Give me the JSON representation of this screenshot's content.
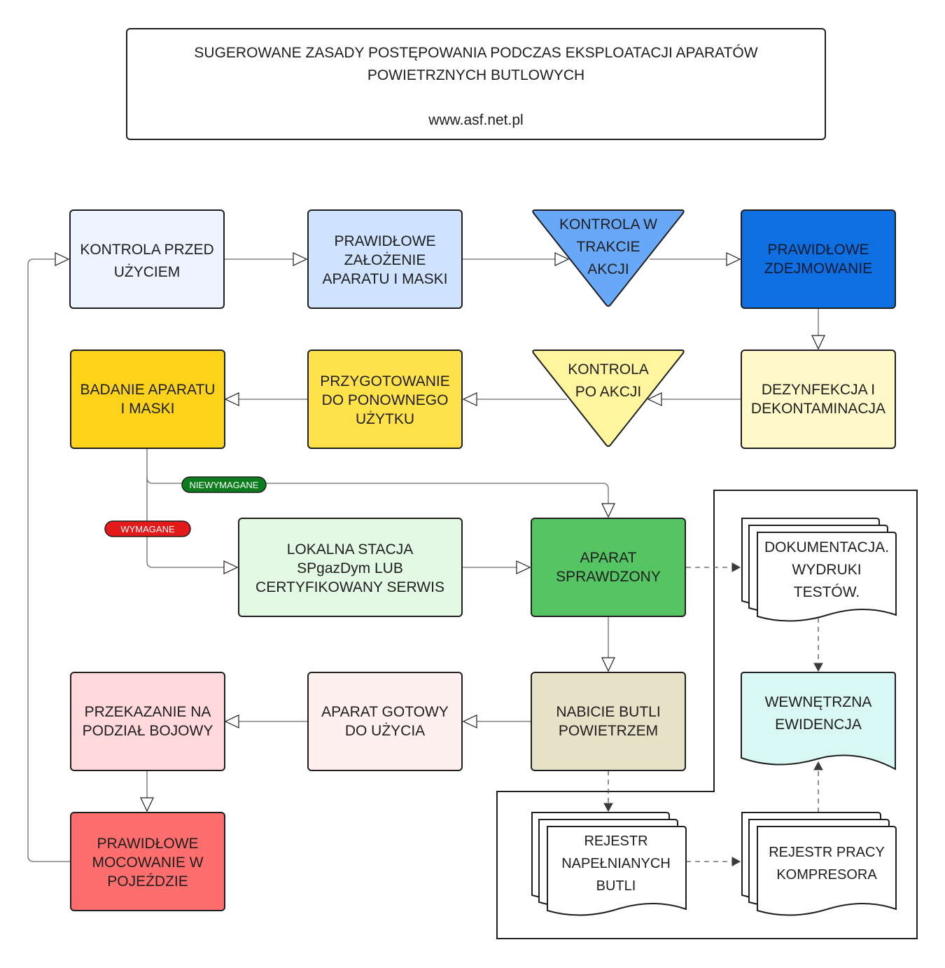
{
  "header": {
    "title_line1": "SUGEROWANE ZASADY POSTĘPOWANIA PODCZAS EKSPLOATACJI APARATÓW",
    "title_line2": "POWIETRZNYCH BUTLOWYCH",
    "url": "www.asf.net.pl"
  },
  "nodes": {
    "kontrola_przed": [
      "KONTROLA PRZED",
      "UŻYCIEM"
    ],
    "zalozenie": [
      "PRAWIDŁOWE",
      "ZAŁOŻENIE",
      "APARATU I MASKI"
    ],
    "kontrola_w_trakcie": [
      "KONTROLA W",
      "TRAKCIE",
      "AKCJI"
    ],
    "zdejmowanie": [
      "PRAWIDŁOWE",
      "ZDEJMOWANIE"
    ],
    "dezynfekcja": [
      "DEZYNFEKCJA I",
      "DEKONTAMINACJA"
    ],
    "kontrola_po": [
      "KONTROLA",
      "PO AKCJI"
    ],
    "przygotowanie": [
      "PRZYGOTOWANIE",
      "DO PONOWNEGO",
      "UŻYTKU"
    ],
    "badanie": [
      "BADANIE APARATU",
      "I MASKI"
    ],
    "stacja": [
      "LOKALNA STACJA",
      "SPgazDym LUB",
      "CERTYFIKOWANY SERWIS"
    ],
    "sprawdzony": [
      "APARAT",
      "SPRAWDZONY"
    ],
    "dokumentacja": [
      "DOKUMENTACJA.",
      "WYDRUKI",
      "TESTÓW."
    ],
    "ewidencja": [
      "WEWNĘTRZNA",
      "EWIDENCJA"
    ],
    "nabicie": [
      "NABICIE BUTLI",
      "POWIETRZEM"
    ],
    "gotowy": [
      "APARAT GOTOWY",
      "DO UŻYCIA"
    ],
    "przekazanie": [
      "PRZEKAZANIE NA",
      "PODZIAŁ BOJOWY"
    ],
    "mocowanie": [
      "PRAWIDŁOWE",
      "MOCOWANIE W",
      "POJEŹDZIE"
    ],
    "rejestr_butli": [
      "REJESTR",
      "NAPEŁNIANYCH",
      "BUTLI"
    ],
    "rejestr_kompresora": [
      "REJESTR PRACY",
      "KOMPRESORA"
    ]
  },
  "badges": {
    "niewymagane": "NIEWYMAGANE",
    "wymagane": "WYMAGANE"
  },
  "colors": {
    "kontrola_przed": "#edf4ff",
    "zalozenie": "#cfe3ff",
    "kontrola_w_trakcie": "#68a8f8",
    "zdejmowanie": "#0f6fe0",
    "dezynfekcja": "#fff8c8",
    "kontrola_po": "#fff59f",
    "przygotowanie": "#ffe24a",
    "badanie": "#fcd21a",
    "stacja": "#e3f9e4",
    "sprawdzony": "#55c463",
    "ewidencja": "#d9f8f4",
    "nabicie": "#e7e1c7",
    "gotowy": "#fff0f0",
    "przekazanie": "#ffd9db",
    "mocowanie": "#ff6e6e",
    "badge_green": "#0b7d1c",
    "badge_red": "#e41a1a"
  }
}
